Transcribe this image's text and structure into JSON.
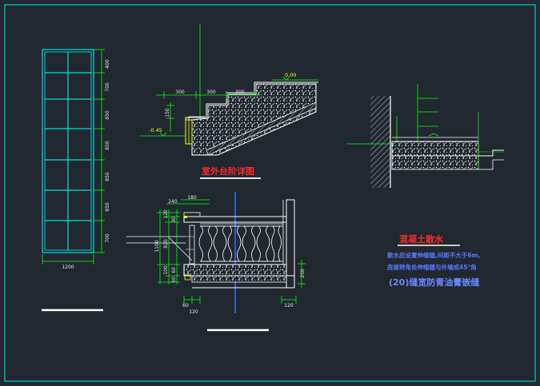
{
  "colors": {
    "background": "#212830",
    "frame": "#00d0d0",
    "dimension": "#00ff00",
    "outline": "#ffffff",
    "edge": "#ffff00",
    "title": "#ff2a2a",
    "note": "#5a78ff"
  },
  "window_elevation": {
    "height_dims": [
      "400",
      "700",
      "850",
      "850",
      "850",
      "850",
      "700"
    ],
    "width_dim": "1200"
  },
  "step_section": {
    "tread_dims": [
      "300",
      "300",
      "300"
    ],
    "riser_dim": "150",
    "level_top": "0.00",
    "level_bottom": "-0.45",
    "title": "室外台阶详图"
  },
  "railing_section": {
    "top_dims": [
      "240",
      "180"
    ],
    "left_dims": [
      "120",
      "30",
      "1100",
      "820",
      "100",
      "60",
      "60"
    ],
    "bottom_dims": [
      "60",
      "120",
      "120"
    ],
    "side_dim": "250"
  },
  "apron_section": {
    "title": "混凝土散水",
    "note_line1": "散水应设置伸缩缝,间距不大于6m,",
    "note_line2": "房屋转角处伸缩缝与外墙成45°角",
    "note_line3": "(20)缝宽防青油膏嵌缝"
  }
}
